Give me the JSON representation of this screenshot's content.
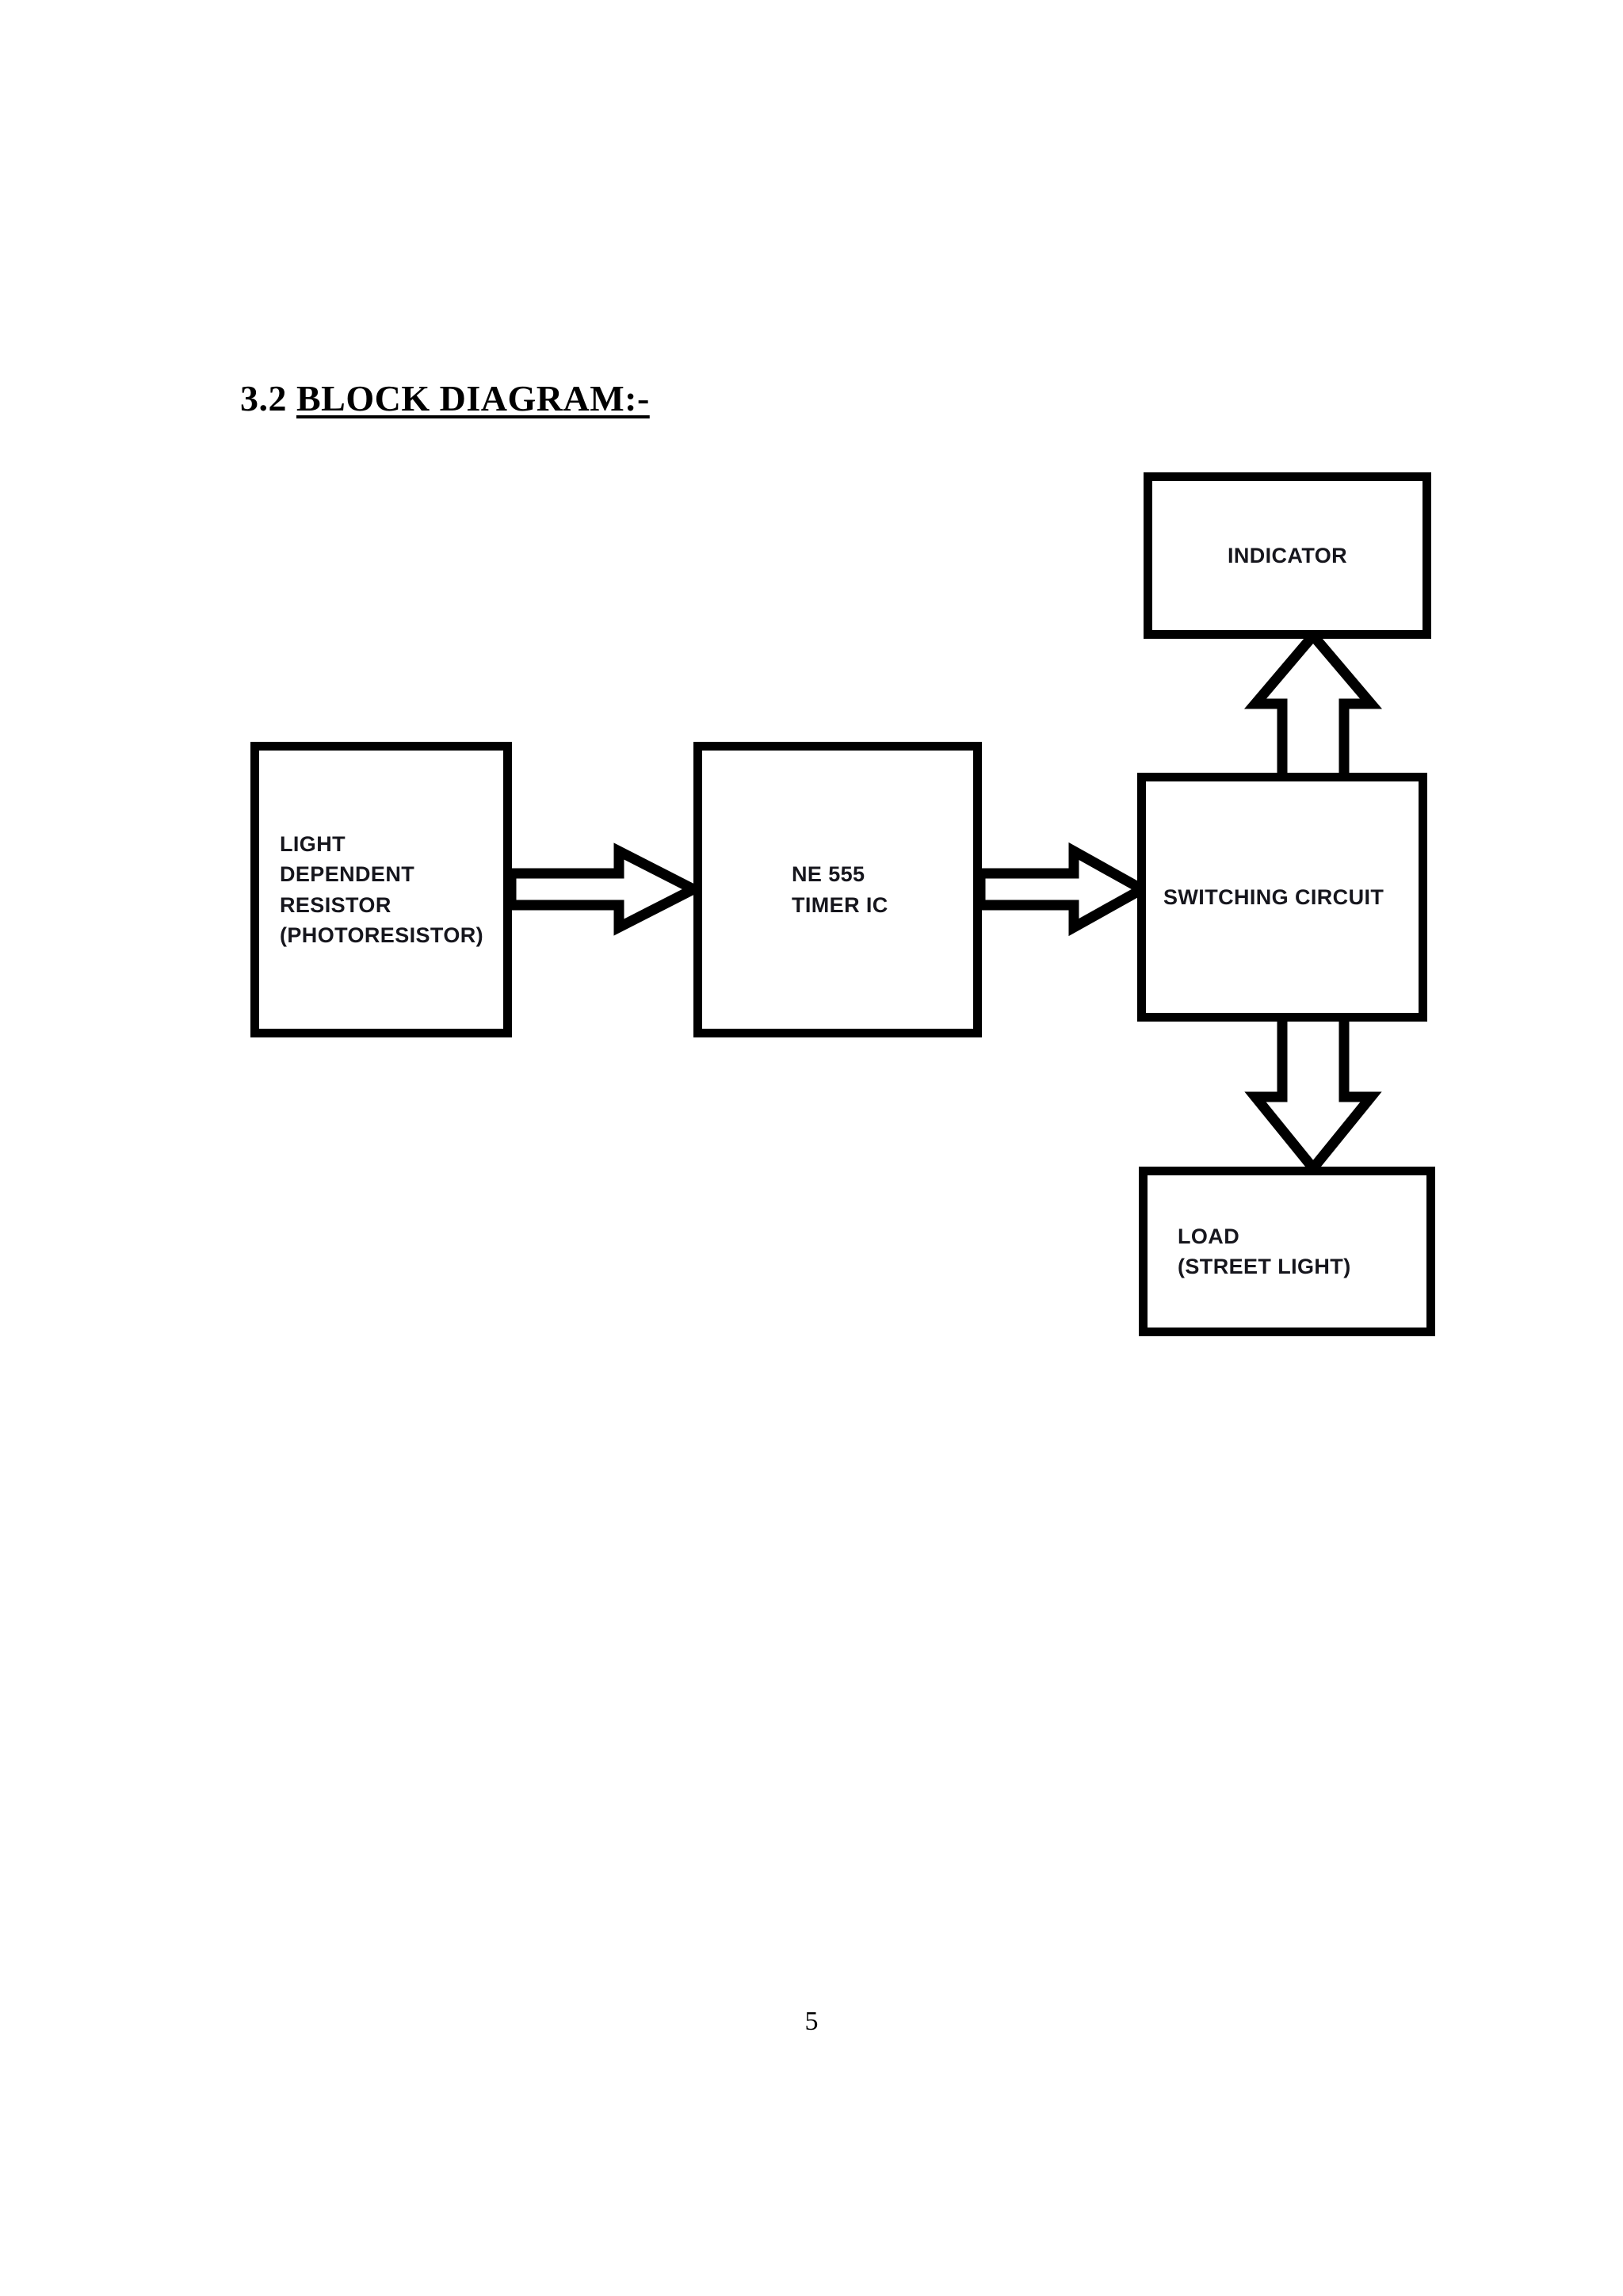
{
  "document": {
    "heading_number": "3.2 ",
    "heading_title": "BLOCK DIAGRAM:-",
    "page_number": "5"
  },
  "diagram": {
    "type": "block-diagram",
    "title": "BLOCK DIAGRAM",
    "blocks": [
      {
        "id": "ldr",
        "label": "LIGHT\nDEPENDENT\nRESISTOR\n(PHOTORESISTOR)",
        "align": "left"
      },
      {
        "id": "timer",
        "label": "NE 555\nTIMER IC",
        "align": "left"
      },
      {
        "id": "indicator",
        "label": "INDICATOR",
        "align": "center"
      },
      {
        "id": "switching",
        "label": "SWITCHING CIRCUIT",
        "align": "center"
      },
      {
        "id": "load",
        "label": "LOAD\n(STREET LIGHT)",
        "align": "left"
      }
    ],
    "connections": [
      {
        "id": "ldr-to-timer",
        "from": "ldr",
        "to": "timer",
        "direction": "right",
        "style": "hollow-block-arrow"
      },
      {
        "id": "timer-to-switching",
        "from": "timer",
        "to": "switching",
        "direction": "right",
        "style": "hollow-block-arrow"
      },
      {
        "id": "switching-to-indicator",
        "from": "switching",
        "to": "indicator",
        "direction": "up",
        "style": "hollow-block-arrow"
      },
      {
        "id": "switching-to-load",
        "from": "switching",
        "to": "load",
        "direction": "down",
        "style": "hollow-block-arrow"
      }
    ],
    "colors": {
      "stroke": "#000000",
      "fill": "#ffffff",
      "text": "#16161d",
      "background": "#ffffff"
    }
  }
}
